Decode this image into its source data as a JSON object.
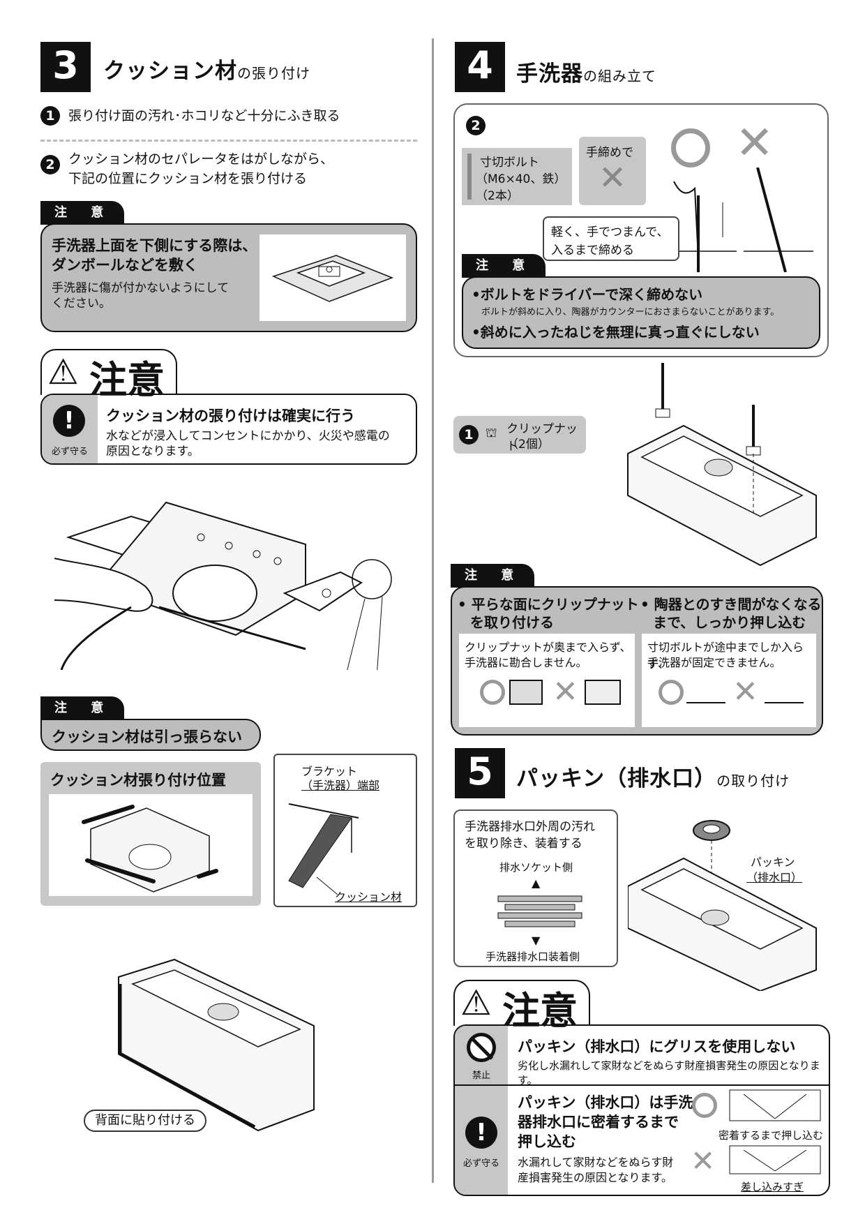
{
  "step3": {
    "number": "3",
    "title_main": "クッション材",
    "title_sub": "の張り付け",
    "item1_num": "1",
    "item1_text": "張り付け面の汚れ･ホコリなど十分にふき取る",
    "item2_num": "2",
    "item2_line1": "クッション材のセパレータをはがしながら、",
    "item2_line2": "下記の位置にクッション材を張り付ける",
    "caution_tab": "注 意",
    "caution_bold1": "手洗器上面を下側にする際は、",
    "caution_bold2": "ダンボールなどを敷く",
    "caution_note1": "手洗器に傷が付かないようにして",
    "caution_note2": "ください。",
    "big_caution_title": "注意",
    "must_label": "必ず守る",
    "must_bold": "クッション材の張り付けは確実に行う",
    "must_note1": "水などが浸入してコンセントにかかり、火災や感電の",
    "must_note2": "原因となります。",
    "caution2_tab": "注 意",
    "caution2_text": "クッション材は引っ張らない",
    "position_title": "クッション材張り付け位置",
    "bracket_label1": "ブラケット",
    "bracket_label2": "（手洗器）端部",
    "cushion_label": "クッション材",
    "back_label": "背面に貼り付ける"
  },
  "step4": {
    "number": "4",
    "title_main": "手洗器",
    "title_sub": "の組み立て",
    "item2_num": "2",
    "bolt_line1": "寸切ボルト",
    "bolt_line2": "（M6×40、鉄）",
    "bolt_line3": "（2本）",
    "hand_tighten": "手締めで",
    "tip_line1": "軽く、手でつまんで、",
    "tip_line2": "入るまで締める",
    "caution_tab": "注 意",
    "caution_bold1": "•ボルトをドライバーで深く締めない",
    "caution_note1": "ボルトが斜めに入り、陶器がカウンターにおさまらないことがあります。",
    "caution_bold2": "•斜めに入ったねじを無理に真っ直ぐにしない",
    "item1_num": "1",
    "clipnut_line1": "クリップナット",
    "clipnut_line2": "（2個）",
    "caution2_tab": "注 意",
    "col1_bold1": "• 平らな面にクリップナット",
    "col1_bold2": "を取り付ける",
    "col1_note1": "クリップナットが奥まで入らず、",
    "col1_note2": "手洗器に勘合しません。",
    "col2_bold1": "• 陶器とのすき間がなくなる",
    "col2_bold2": "まで、しっかり押し込む",
    "col2_note1": "寸切ボルトが途中までしか入らず、",
    "col2_note2": "手洗器が固定できません。"
  },
  "step5": {
    "number": "5",
    "title_main": "パッキン（排水口）",
    "title_sub": "の取り付け",
    "box_line1": "手洗器排水口外周の汚れ",
    "box_line2": "を取り除き、装着する",
    "socket_side": "排水ソケット側",
    "sink_side": "手洗器排水口装着側",
    "packing_label1": "パッキン",
    "packing_label2": "（排水口）",
    "big_caution_title": "注意",
    "prohibit_label": "禁止",
    "prohibit_bold": "パッキン（排水口）にグリスを使用しない",
    "prohibit_note": "劣化し水漏れして家財などをぬらす財産損害発生の原因となります。",
    "must_label": "必ず守る",
    "must_bold1": "パッキン（排水口）は手洗",
    "must_bold2": "器排水口に密着するまで",
    "must_bold3": "押し込む",
    "must_note1": "水漏れして家財などをぬらす財",
    "must_note2": "産損害発生の原因となります。",
    "ok_caption": "密着するまで押し込む",
    "ng_caption": "差し込みすぎ"
  }
}
